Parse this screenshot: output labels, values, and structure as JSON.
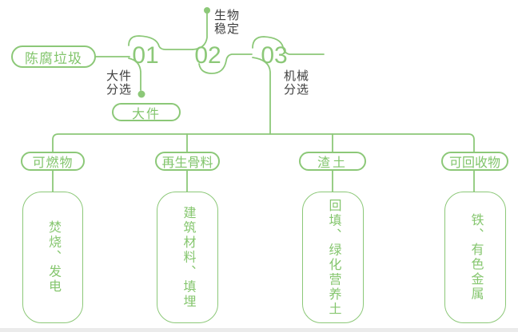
{
  "colors": {
    "line_green": "#8cc878",
    "text_green": "#85c66e",
    "label_dark": "#3f3f3f",
    "footer_gray": "#ebebeb"
  },
  "flow": {
    "source_label": "陈腐垃圾",
    "steps": [
      {
        "number": "01",
        "process": "大件\n分选",
        "output_label": "大件"
      },
      {
        "number": "02",
        "process": "生物\n稳定"
      },
      {
        "number": "03",
        "process": "机械\n分选"
      }
    ]
  },
  "branches": [
    {
      "category": "可燃物",
      "disposal": "焚烧、发电"
    },
    {
      "category": "再生骨料",
      "disposal": "建筑材料、填埋"
    },
    {
      "category": "渣土",
      "disposal": "回填、绿化营养土"
    },
    {
      "category": "可回收物",
      "disposal": "铁、有色金属"
    }
  ]
}
